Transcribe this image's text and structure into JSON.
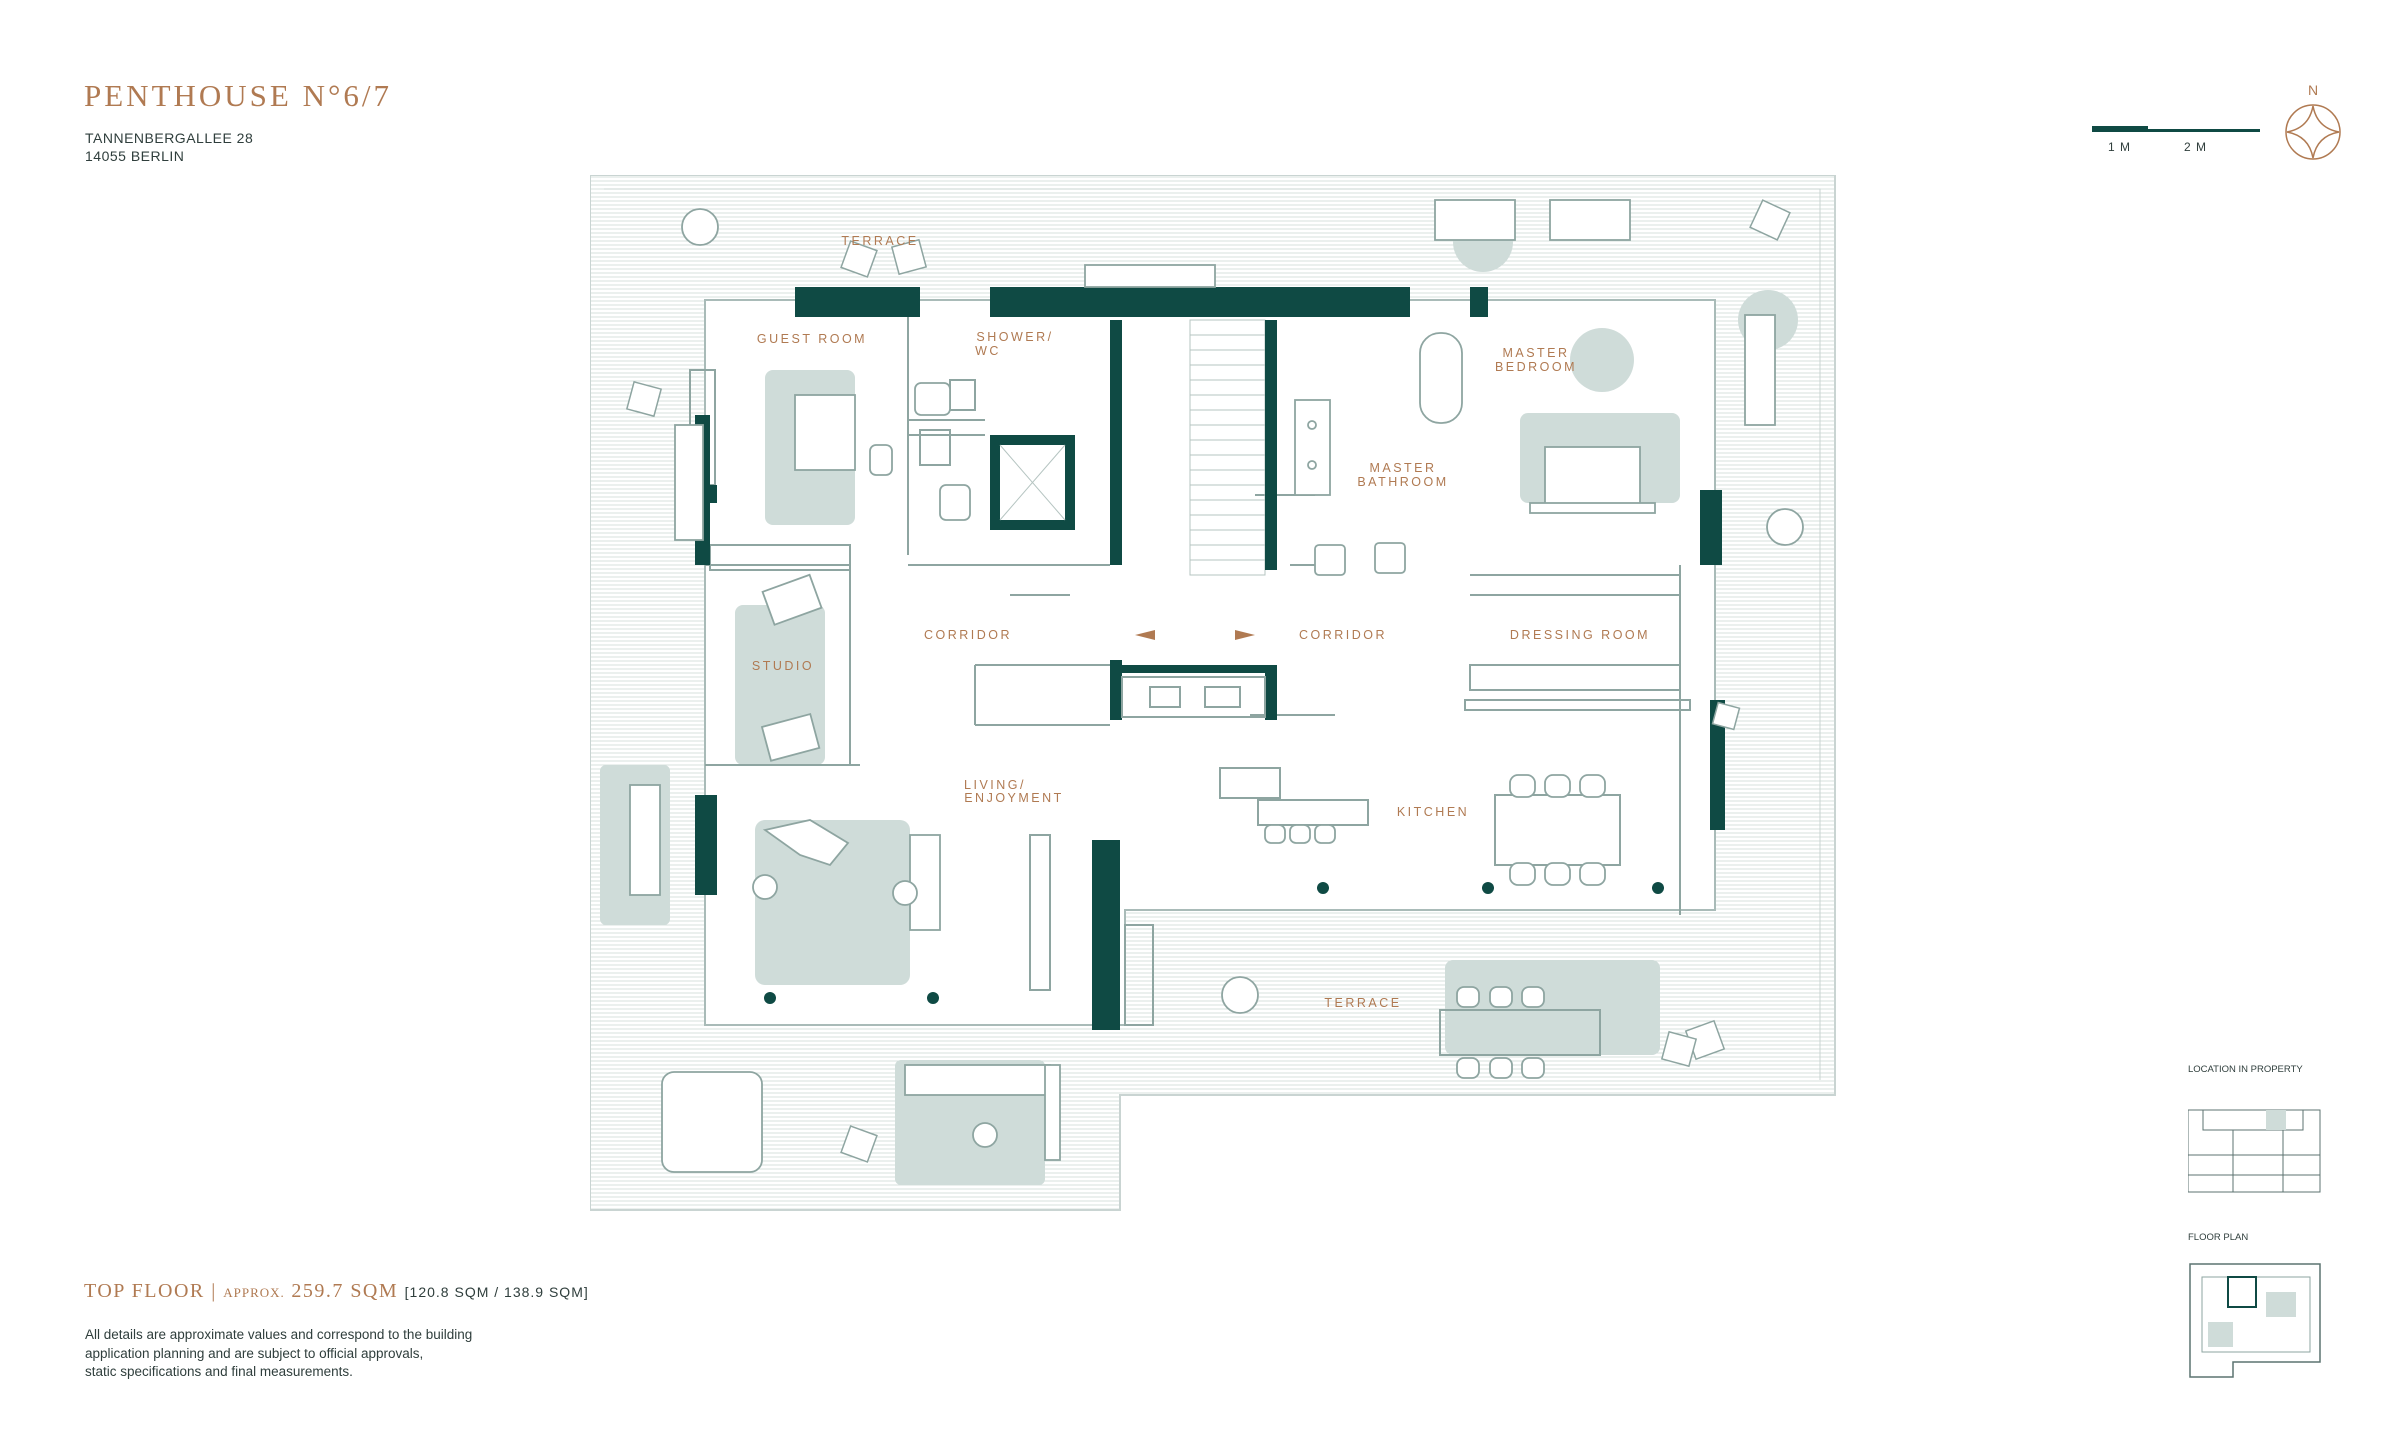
{
  "header": {
    "title": "PENTHOUSE N°6/7",
    "street": "TANNENBERGALLEE 28",
    "city": "14055 BERLIN"
  },
  "scale": {
    "label_1": "1 M",
    "label_2": "2 M"
  },
  "compass": {
    "north": "N"
  },
  "rooms": {
    "terrace_top": "TERRACE",
    "guest_room": "GUEST ROOM",
    "shower_wc_1": "SHOWER/",
    "shower_wc_2": "WC",
    "master_bedroom_1": "MASTER",
    "master_bedroom_2": "BEDROOM",
    "master_bathroom_1": "MASTER",
    "master_bathroom_2": "BATHROOM",
    "corridor_left": "CORRIDOR",
    "corridor_right": "CORRIDOR",
    "dressing_room": "DRESSING ROOM",
    "studio": "STUDIO",
    "living_1": "LIVING/",
    "living_2": "ENJOYMENT",
    "kitchen": "KITCHEN",
    "terrace_bottom": "TERRACE"
  },
  "footer": {
    "floor": "TOP FLOOR",
    "separator": "|",
    "approx": "APPROX.",
    "area": "259.7 SQM",
    "breakdown": "[120.8 SQM / 138.9 SQM]",
    "disclaimer_1": "All details are approximate values and correspond to the building",
    "disclaimer_2": "application planning and are subject to official approvals,",
    "disclaimer_3": "static specifications and final measurements."
  },
  "minimaps": {
    "location_label": "LOCATION IN PROPERTY",
    "floorplan_label": "FLOOR PLAN"
  },
  "colors": {
    "wall": "#0f4a44",
    "accent": "#b07a52",
    "furniture_fill": "#cfdcd9",
    "line": "#8ea5a1",
    "terrace_hatch": "#d7e0de"
  }
}
